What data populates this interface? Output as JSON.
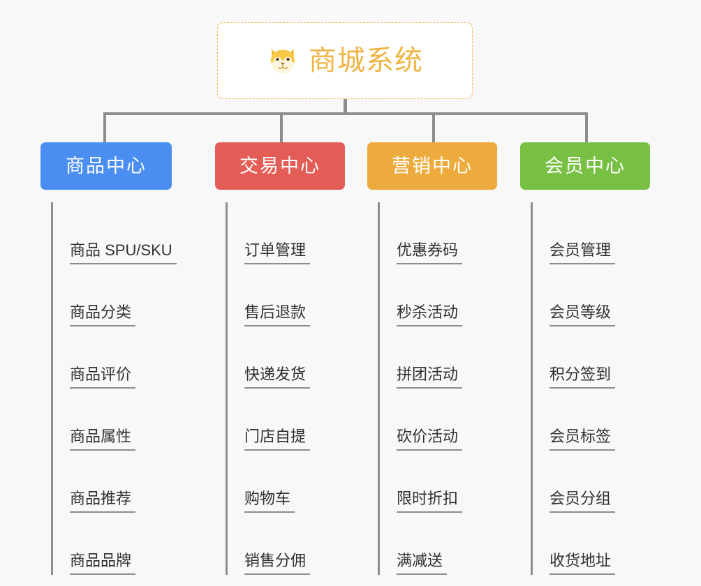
{
  "page": {
    "background_color": "#f8f8f8",
    "line_color": "#8d8d8d",
    "leaf_text_color": "#2e3032"
  },
  "root": {
    "title": "商城系统",
    "icon": "shiba-dog-face-icon",
    "border_color": "#edb84a",
    "title_color": "#f0b544",
    "background_color": "#ffffff"
  },
  "columns": [
    {
      "name": "product-center",
      "label": "商品中心",
      "color": "#4a8ef1",
      "items": [
        {
          "label": "商品 SPU/SKU"
        },
        {
          "label": "商品分类"
        },
        {
          "label": "商品评价"
        },
        {
          "label": "商品属性"
        },
        {
          "label": "商品推荐"
        },
        {
          "label": "商品品牌"
        }
      ]
    },
    {
      "name": "trade-center",
      "label": "交易中心",
      "color": "#e35c55",
      "items": [
        {
          "label": "订单管理"
        },
        {
          "label": "售后退款"
        },
        {
          "label": "快递发货"
        },
        {
          "label": "门店自提"
        },
        {
          "label": "购物车"
        },
        {
          "label": "销售分佣"
        }
      ]
    },
    {
      "name": "marketing-center",
      "label": "营销中心",
      "color": "#eeab3d",
      "items": [
        {
          "label": "优惠券码"
        },
        {
          "label": "秒杀活动"
        },
        {
          "label": "拼团活动"
        },
        {
          "label": "砍价活动"
        },
        {
          "label": "限时折扣"
        },
        {
          "label": "满减送"
        }
      ]
    },
    {
      "name": "member-center",
      "label": "会员中心",
      "color": "#78c043",
      "items": [
        {
          "label": "会员管理"
        },
        {
          "label": "会员等级"
        },
        {
          "label": "积分签到"
        },
        {
          "label": "会员标签"
        },
        {
          "label": "会员分组"
        },
        {
          "label": "收货地址"
        }
      ]
    }
  ]
}
